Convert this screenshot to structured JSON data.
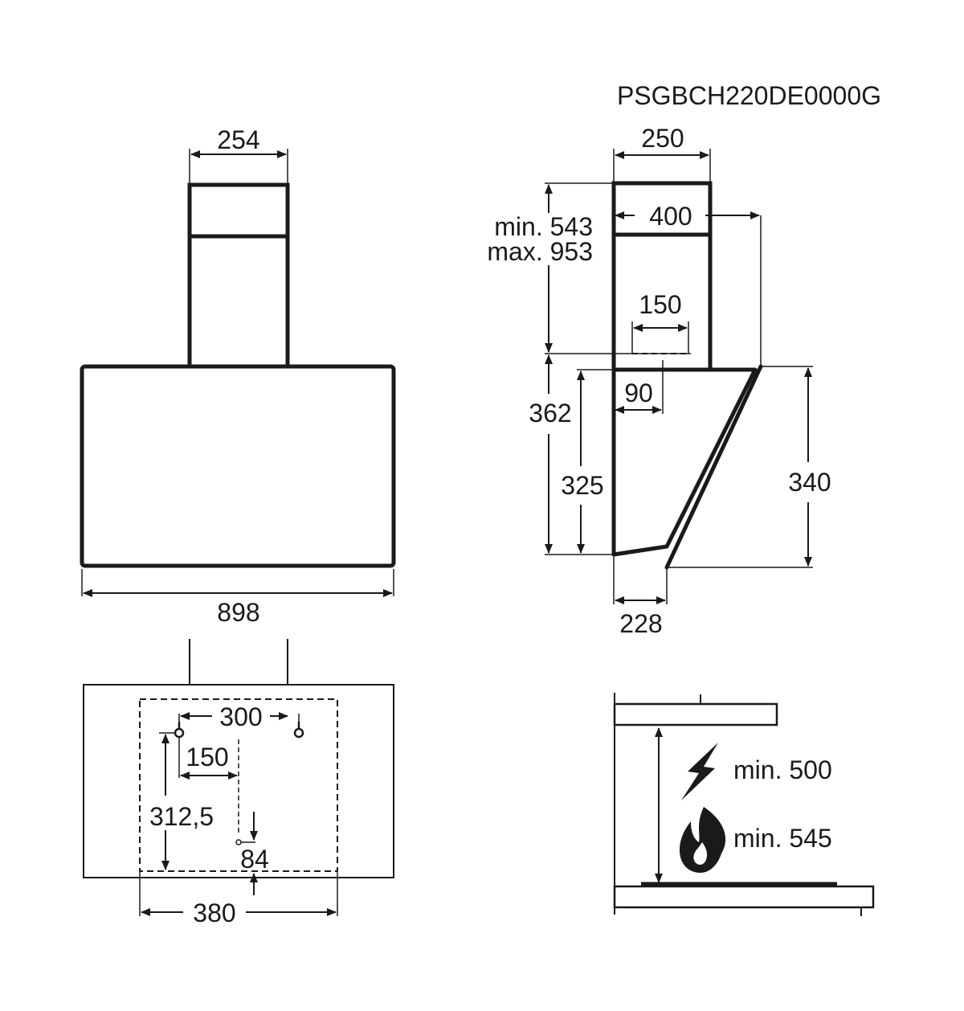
{
  "model_code": "PSGBCH220DE0000G",
  "front_view": {
    "chimney_width": "254",
    "hood_width": "898"
  },
  "side_view": {
    "chimney_depth": "250",
    "top_depth": "400",
    "chimney_height_min": "min. 543",
    "chimney_height_max": "max. 953",
    "outlet_width": "150",
    "outlet_offset": "90",
    "hood_height": "362",
    "rear_height": "325",
    "front_height": "340",
    "bottom_depth": "228"
  },
  "mounting_view": {
    "bracket_spacing": "300",
    "bracket_offset": "150",
    "bracket_height": "312,5",
    "screw_height": "84",
    "template_width": "380"
  },
  "clearance": {
    "electric_label": "min. 500",
    "gas_label": "min. 545",
    "electric_icon": "lightning-icon",
    "gas_icon": "flame-icon"
  },
  "colors": {
    "line": "#1a1a1a",
    "background": "#ffffff"
  }
}
